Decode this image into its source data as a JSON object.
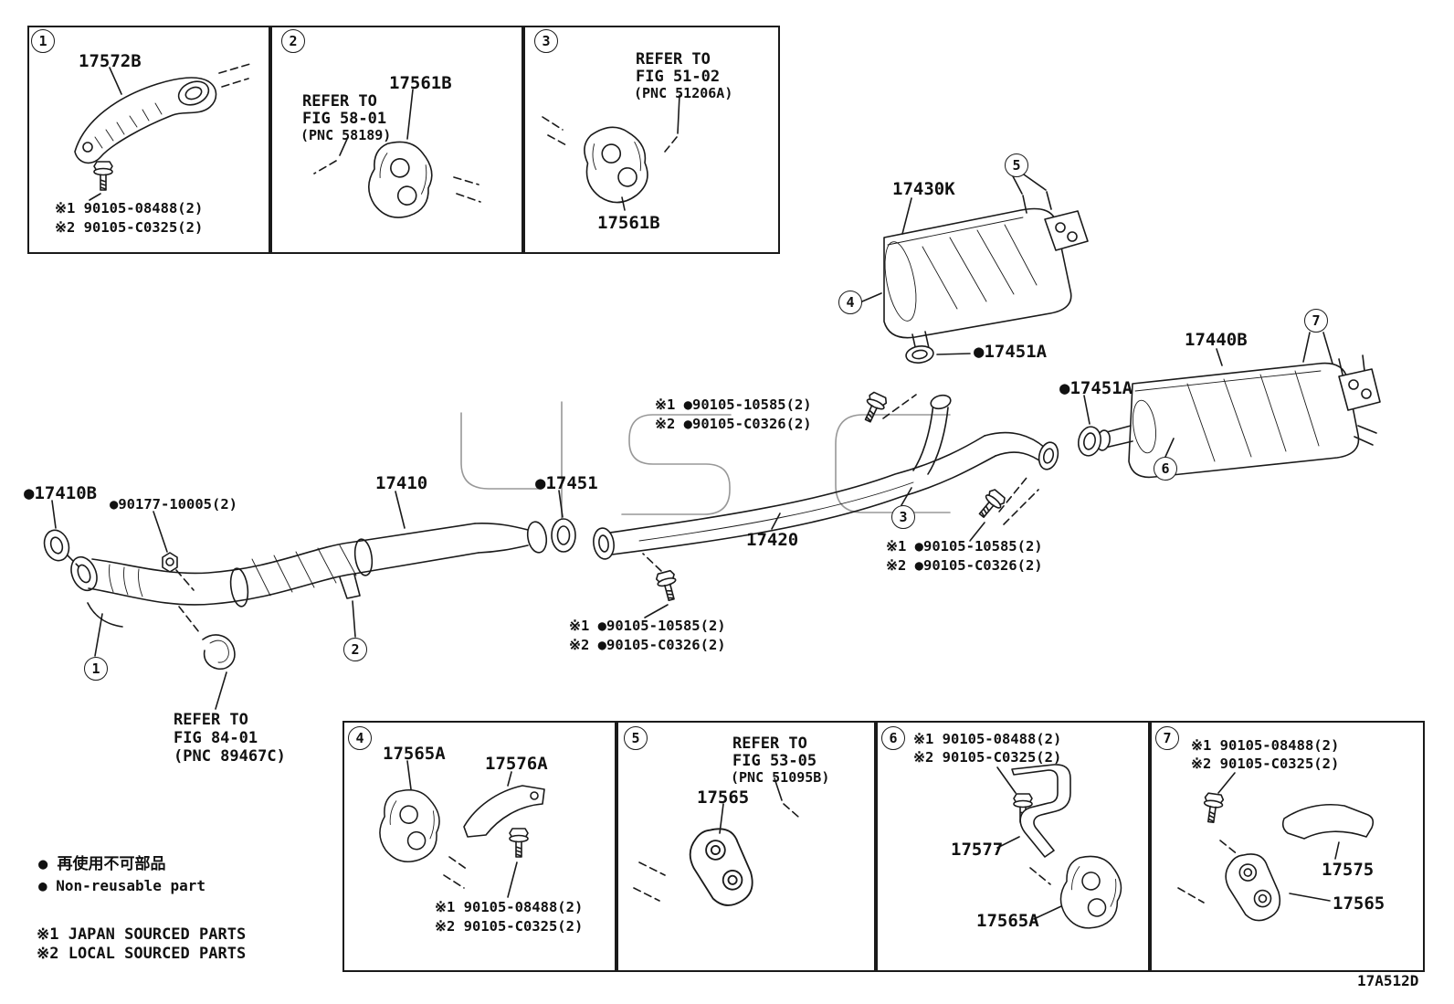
{
  "colors": {
    "line": "#1a1a1a",
    "background": "#ffffff",
    "watermark": "#cfcfcf"
  },
  "diagram_code": "17A512D",
  "top_boxes": [
    {
      "callout": "1",
      "part": "17572B",
      "notes": [
        "※1 90105-08488(2)",
        "※2 90105-C0325(2)"
      ]
    },
    {
      "callout": "2",
      "part": "17561B",
      "refer": [
        "REFER TO",
        "FIG 58-01",
        "(PNC 58189)"
      ]
    },
    {
      "callout": "3",
      "part": "17561B",
      "refer": [
        "REFER TO",
        "FIG 51-02",
        "(PNC 51206A)"
      ]
    }
  ],
  "bottom_boxes": [
    {
      "callout": "4",
      "part1": "17565A",
      "part2": "17576A",
      "notes": [
        "※1 90105-08488(2)",
        "※2 90105-C0325(2)"
      ]
    },
    {
      "callout": "5",
      "part1": "17565",
      "refer": [
        "REFER TO",
        "FIG 53-05",
        "(PNC 51095B)"
      ]
    },
    {
      "callout": "6",
      "part1": "17577",
      "part2": "17565A",
      "notes": [
        "※1 90105-08488(2)",
        "※2 90105-C0325(2)"
      ]
    },
    {
      "callout": "7",
      "part1": "17575",
      "part2": "17565",
      "notes": [
        "※1 90105-08488(2)",
        "※2 90105-C0325(2)"
      ]
    }
  ],
  "main": {
    "callouts": {
      "c1": "1",
      "c2": "2",
      "c3": "3",
      "c4": "4",
      "c5": "5",
      "c6": "6",
      "c7": "7"
    },
    "rear_muffler": "17430K",
    "side_muffler": "17440B",
    "gasket_a1": "●17451A",
    "gasket_a2": "●17451A",
    "front_pipe": "17410",
    "gasket_mid": "●17451",
    "gasket_front": "●17410B",
    "nut": "●90177-10005(2)",
    "center_pipe": "17420",
    "bolt_notes_mid": [
      "※1 ●90105-10585(2)",
      "※2 ●90105-C0326(2)"
    ],
    "bolt_notes_right": [
      "※1 ●90105-10585(2)",
      "※2 ●90105-C0326(2)"
    ],
    "bolt_notes_bottom": [
      "※1 ●90105-10585(2)",
      "※2 ●90105-C0326(2)"
    ],
    "refer": [
      "REFER TO",
      "FIG 84-01",
      "(PNC 89467C)"
    ]
  },
  "legend": {
    "jp": "● 再使用不可部品",
    "en": "● Non-reusable part",
    "note1": "※1  JAPAN SOURCED PARTS",
    "note2": "※2  LOCAL SOURCED PARTS"
  }
}
